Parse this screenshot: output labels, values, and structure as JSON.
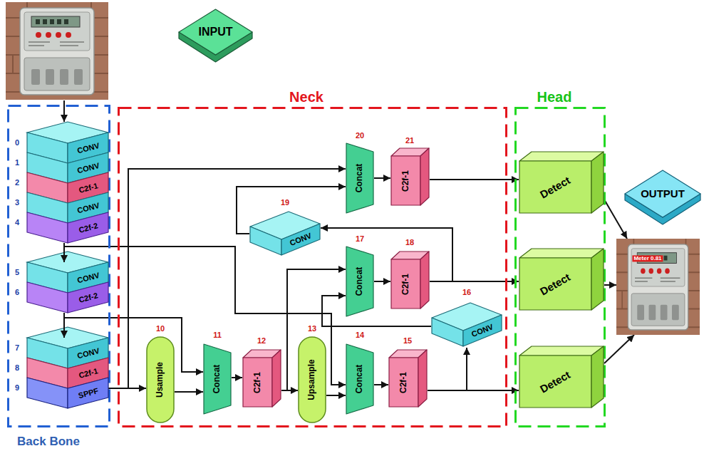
{
  "diagram": {
    "nodes": [
      {
        "text": [
          "INPUT"
        ]
      },
      {
        "text": [
          "Back Bone"
        ]
      },
      {
        "text": [
          "CONV"
        ],
        "in": 1
      },
      {
        "text": [
          "CONV"
        ],
        "in": 1
      },
      {
        "text": [
          "C2f-1"
        ],
        "in": 1
      },
      {
        "text": [
          "CONV"
        ],
        "in": 1
      },
      {
        "text": [
          "C2f-2"
        ],
        "in": 1
      },
      {
        "text": [
          "CONV"
        ],
        "in": 1
      },
      {
        "text": [
          "C2f-2"
        ],
        "in": 1
      },
      {
        "text": [
          "CONV"
        ],
        "in": 1
      },
      {
        "text": [
          "C2f-1"
        ],
        "in": 1
      },
      {
        "text": [
          "SPPF"
        ],
        "in": 1
      },
      {
        "text": [
          "Neck"
        ]
      },
      {
        "text": [
          "Usample"
        ],
        "in": 12
      },
      {
        "text": [
          "Concat"
        ],
        "in": 12
      },
      {
        "text": [
          "C2f-1"
        ],
        "in": 12
      },
      {
        "text": [
          "Upsample"
        ],
        "in": 12
      },
      {
        "text": [
          "Concat"
        ],
        "in": 12
      },
      {
        "text": [
          "C2f-1"
        ],
        "in": 12
      },
      {
        "text": [
          "CONV"
        ],
        "in": 12
      },
      {
        "text": [
          "Concat"
        ],
        "in": 12
      },
      {
        "text": [
          "C2f-1"
        ],
        "in": 12
      },
      {
        "text": [
          "CONV"
        ],
        "in": 12
      },
      {
        "text": [
          "Concat"
        ],
        "in": 12
      },
      {
        "text": [
          "C2f-1"
        ],
        "in": 12
      },
      {
        "text": [
          "Head"
        ]
      },
      {
        "text": [
          "Detect"
        ],
        "in": 25
      },
      {
        "text": [
          "Detect"
        ],
        "in": 25
      },
      {
        "text": [
          "Detect"
        ],
        "in": 25
      },
      {
        "text": [
          "OUTPUT"
        ]
      },
      {
        "text": [
          "Meter 0.81"
        ]
      }
    ],
    "edges": [
      {
        "from": 6,
        "to": 7,
        "arrow": "to"
      },
      {
        "from": 6,
        "to": 17,
        "arrow": "to"
      },
      {
        "from": 8,
        "to": 9,
        "arrow": "to"
      },
      {
        "from": 8,
        "to": 14,
        "arrow": "to"
      },
      {
        "from": 11,
        "to": 13,
        "arrow": "to"
      },
      {
        "from": 11,
        "to": 23,
        "arrow": "to"
      },
      {
        "from": 13,
        "to": 14,
        "arrow": "to"
      },
      {
        "from": 14,
        "to": 15,
        "arrow": "to"
      },
      {
        "from": 15,
        "to": 16,
        "arrow": "to"
      },
      {
        "from": 15,
        "to": 20,
        "arrow": "to"
      },
      {
        "from": 16,
        "to": 17,
        "arrow": "to"
      },
      {
        "from": 17,
        "to": 18,
        "arrow": "to"
      },
      {
        "from": 18,
        "to": 19,
        "arrow": "to"
      },
      {
        "from": 18,
        "to": 28,
        "arrow": "to"
      },
      {
        "from": 19,
        "to": 20,
        "arrow": "to"
      },
      {
        "from": 20,
        "to": 21,
        "arrow": "to"
      },
      {
        "from": 21,
        "to": 27,
        "arrow": "to"
      },
      {
        "from": 21,
        "to": 22,
        "arrow": "to"
      },
      {
        "from": 22,
        "to": 23,
        "arrow": "to"
      },
      {
        "from": 23,
        "to": 24,
        "arrow": "to"
      },
      {
        "from": 24,
        "to": 26,
        "arrow": "to"
      },
      {
        "from": 26,
        "to": 30,
        "arrow": "to"
      },
      {
        "from": 27,
        "to": 30,
        "arrow": "to"
      },
      {
        "from": 28,
        "to": 30,
        "arrow": "to"
      }
    ],
    "labels": [
      "0",
      "1",
      "2",
      "3",
      "4",
      "5",
      "6",
      "7",
      "8",
      "9",
      "10",
      "11",
      "12",
      "13",
      "14",
      "15",
      "16",
      "17",
      "18",
      "19",
      "20",
      "21"
    ]
  }
}
